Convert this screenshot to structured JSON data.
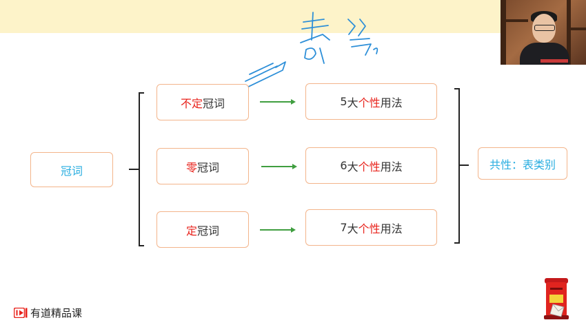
{
  "diagram": {
    "root": "冠词",
    "types": [
      {
        "highlight": "不定",
        "rest": "冠词",
        "usage": {
          "num": "5",
          "pre": "大",
          "highlight": "个性",
          "post": "用法"
        }
      },
      {
        "highlight": "零",
        "rest": "冠词",
        "usage": {
          "num": "6",
          "pre": "大",
          "highlight": "个性",
          "post": "用法"
        }
      },
      {
        "highlight": "定",
        "rest": "冠词",
        "usage": {
          "num": "7",
          "pre": "大",
          "highlight": "个性",
          "post": "用法"
        }
      }
    ],
    "commonality": "共性：表类别"
  },
  "brand": {
    "name": "有道精品课"
  },
  "icons": [
    "youdao-logo-icon",
    "mailbox-icon",
    "arrow-icon"
  ],
  "colors": {
    "accent_red": "#e8221b",
    "cyan": "#2aaee0",
    "box_border": "#f3b48a",
    "arrow_green": "#3f9e3f",
    "band": "#fdf3c9",
    "ink_blue": "#2d8fd8"
  }
}
